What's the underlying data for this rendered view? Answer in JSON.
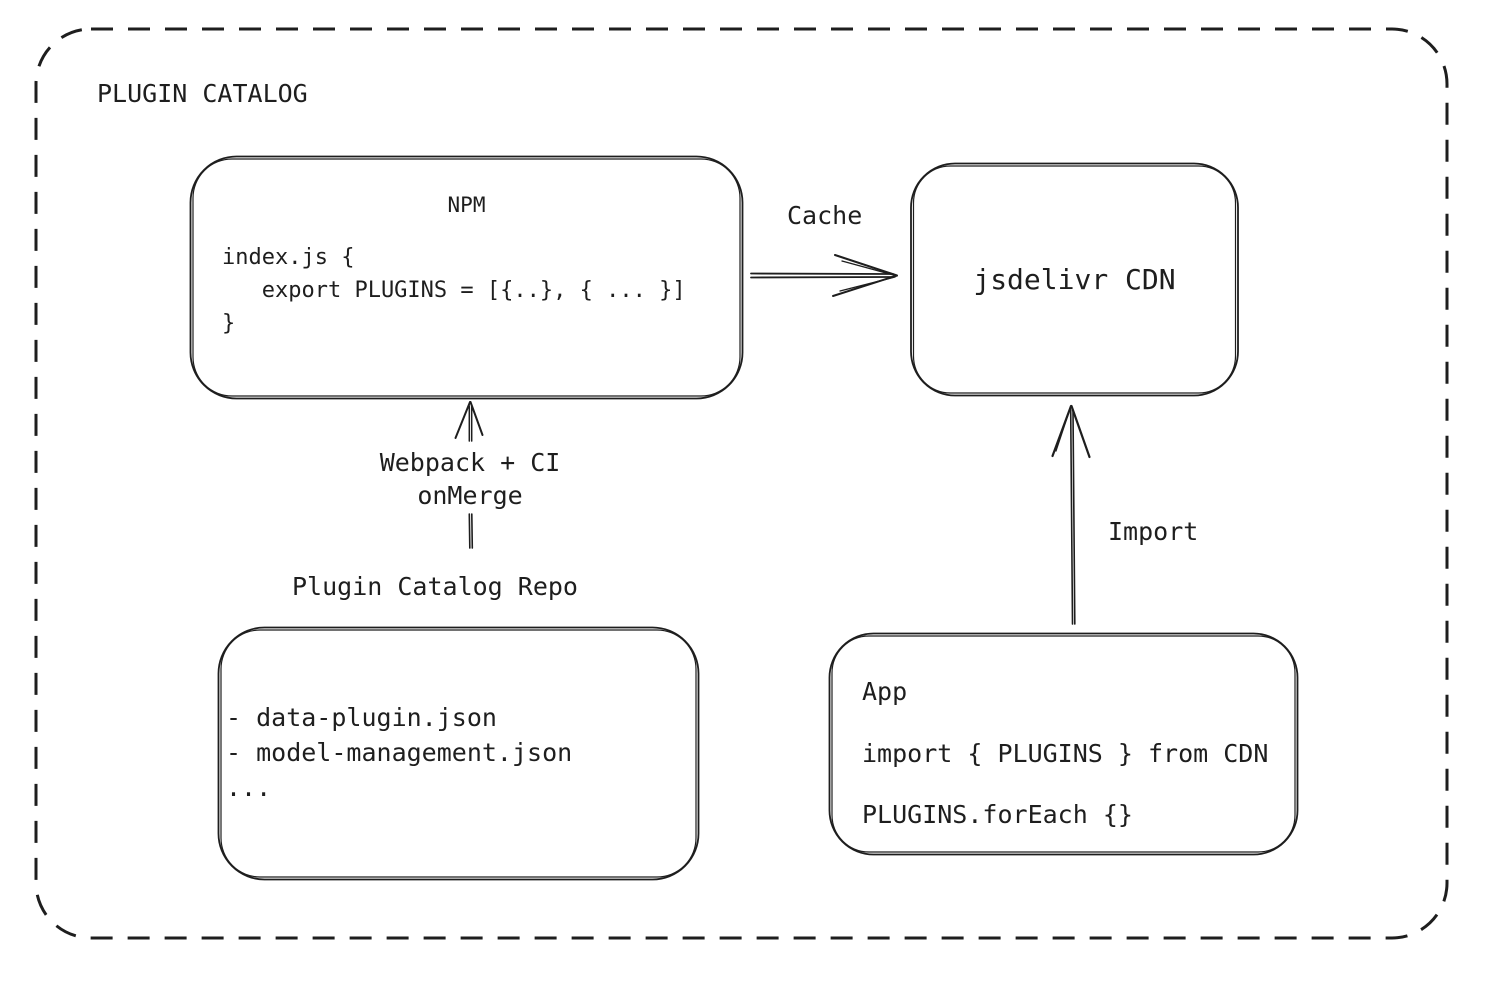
{
  "diagram": {
    "title": "PLUGIN CATALOG"
  },
  "nodes": {
    "npm": {
      "title": "NPM",
      "code_lines": [
        "index.js {",
        "   export PLUGINS = [{..}, { ... }]",
        "}"
      ]
    },
    "cdn": {
      "label": "jsdelivr CDN"
    },
    "repo": {
      "heading": "Plugin Catalog Repo",
      "files": [
        "- data-plugin.json",
        "- model-management.json",
        "..."
      ]
    },
    "app": {
      "title": "App",
      "code_import": "import { PLUGINS } from CDN",
      "code_foreach": "PLUGINS.forEach {}"
    }
  },
  "arrows": {
    "cache": {
      "label": "Cache",
      "from": "NPM",
      "to": "jsdelivr CDN"
    },
    "build": {
      "label_lines": [
        "Webpack + CI",
        "onMerge"
      ],
      "from": "Plugin Catalog Repo",
      "to": "NPM"
    },
    "import_arrow": {
      "label": "Import",
      "from": "App",
      "to": "jsdelivr CDN"
    }
  },
  "colors": {
    "stroke": "#1e1e1e",
    "background": "#ffffff"
  }
}
